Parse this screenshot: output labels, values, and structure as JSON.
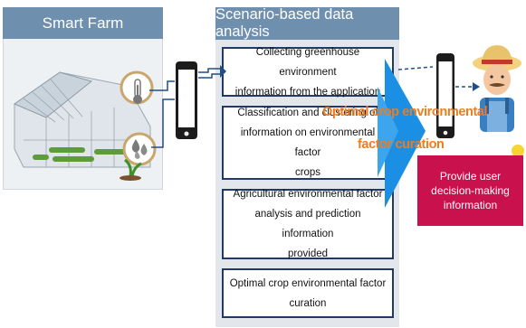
{
  "smart_farm": {
    "title": "Smart Farm"
  },
  "scenario": {
    "title": "Scenario-based data analysis",
    "steps": [
      {
        "line1": "Collecting greenhouse environment",
        "line2": "information from the application"
      },
      {
        "line1": "Classification and clustering of",
        "line2": "information on environmental factor",
        "line3": "crops"
      },
      {
        "line1": "Agricultural environmental factor",
        "line2": "analysis and prediction information",
        "line3": "provided"
      },
      {
        "line1": "Optimal crop environmental factor",
        "line2": "curation"
      }
    ]
  },
  "overlay": {
    "line1": "Optimal crop environmental",
    "line2": "factor curation"
  },
  "decision": {
    "line1": "Provide user",
    "line2": "decision-making",
    "line3": "information"
  },
  "colors": {
    "header_blue": "#6f8fae",
    "step_border": "#1f3a6a",
    "arrow_blue": "#1a8fe3",
    "decision_magenta": "#c8114d",
    "overlay_orange": "#f07c1c"
  },
  "icons": [
    "greenhouse-image",
    "thermometer-icon",
    "water-drops-icon",
    "smartphone-icon",
    "farmer-avatar",
    "lightbulb-icon"
  ]
}
